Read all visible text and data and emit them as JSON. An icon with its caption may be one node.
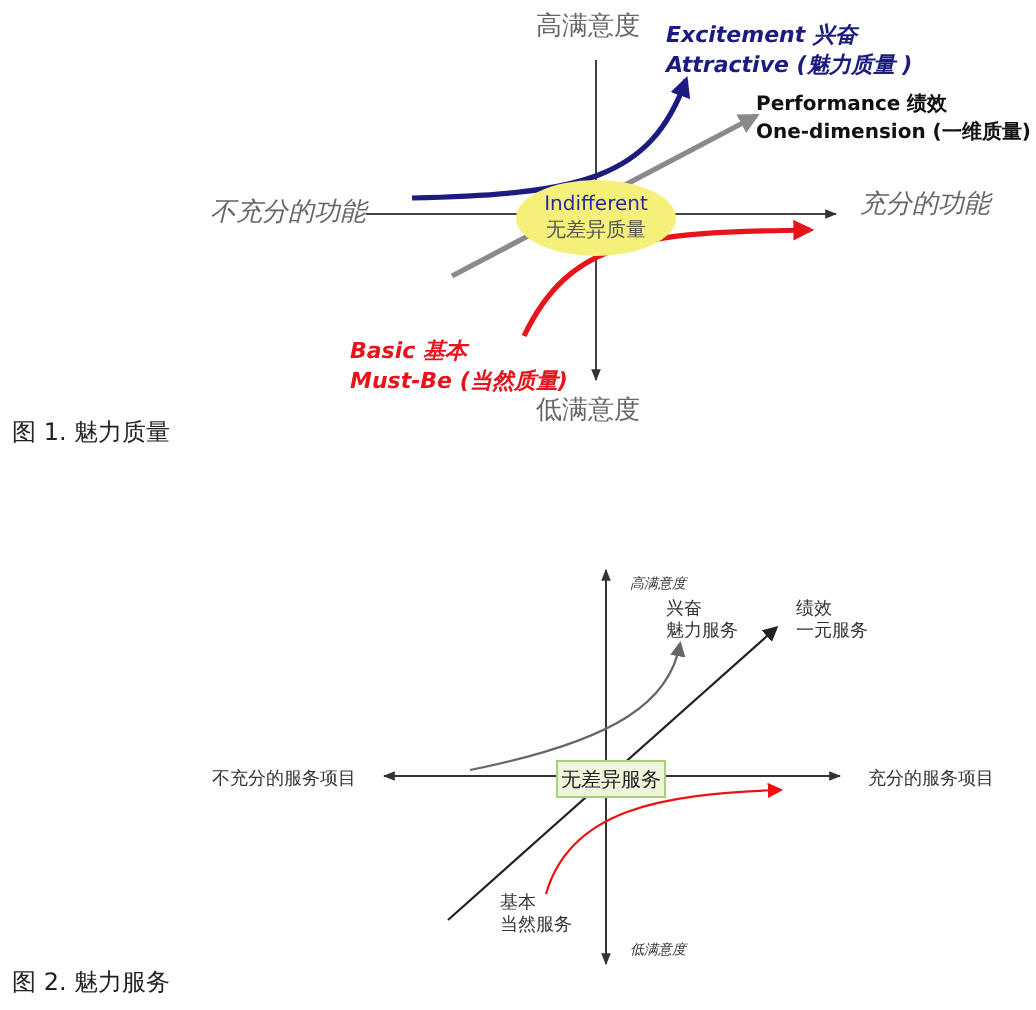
{
  "diagram": {
    "nodes": [
      {
        "text": [
          "Indifferent",
          "无差异质量"
        ]
      },
      {
        "text": [
          "Excitement 兴奋",
          "Attractive (魅力质量 )"
        ]
      },
      {
        "text": [
          "Performance 绩效",
          "One-dimension (一维质量)"
        ]
      },
      {
        "text": [
          "Basic 基本",
          "Must-Be (当然质量)"
        ]
      },
      {
        "text": [
          "无差异服务"
        ]
      },
      {
        "text": [
          "兴奋",
          "魅力服务"
        ]
      },
      {
        "text": [
          "绩效",
          "一元服务"
        ]
      },
      {
        "text": [
          "基本",
          "当然服务"
        ]
      }
    ],
    "edges": [
      {
        "from": null,
        "to": 1,
        "arrow": "to",
        "style": "thick",
        "color": "#1c1c80"
      },
      {
        "from": null,
        "to": 2,
        "arrow": "to",
        "style": "thick",
        "color": "#8a8a8a"
      },
      {
        "from": 3,
        "to": null,
        "arrow": "to",
        "style": "thick",
        "color": "#e8141c"
      },
      {
        "from": null,
        "to": 5,
        "arrow": "to",
        "color": "#666666"
      },
      {
        "from": null,
        "to": 6,
        "arrow": "to",
        "color": "#222222"
      },
      {
        "from": 7,
        "to": null,
        "arrow": "to",
        "color": "#ee1111"
      }
    ],
    "labels": [
      "高满意度",
      "不充分的功能",
      "充分的功能",
      "低满意度",
      "图 1. 魅力质量",
      "高满意度",
      "不充分的服务项目",
      "充分的服务项目",
      "低满意度",
      "图 2. 魅力服务"
    ]
  }
}
